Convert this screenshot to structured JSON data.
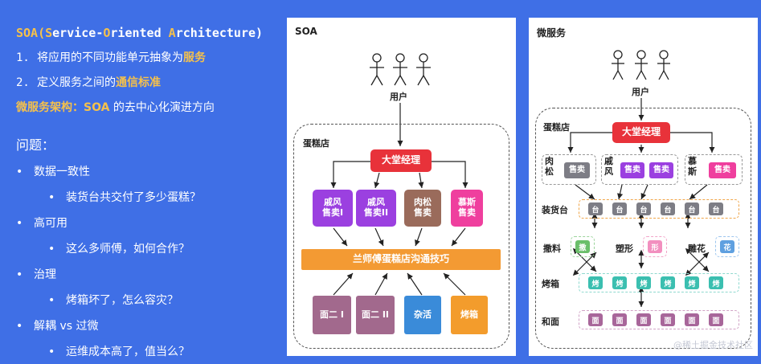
{
  "left": {
    "title_parts": [
      "SOA(",
      "S",
      "ervice-",
      "O",
      "riented ",
      "A",
      "rchitecture)"
    ],
    "point1_num": "1.",
    "point1_text": "将应用的不同功能单元抽象为",
    "point1_hl": "服务",
    "point2_num": "2.",
    "point2_text": "定义服务之间的",
    "point2_hl": "通信标准",
    "ms_hl": "微服务架构：SOA",
    "ms_text": " 的去中心化演进方向",
    "questions_title": "问题：",
    "bullet": "•",
    "q1": "数据一致性",
    "q1_sub": "装货台共交付了多少蛋糕？",
    "q2": "高可用",
    "q2_sub": "这么多师傅，如何合作？",
    "q3": "治理",
    "q3_sub": "烤箱坏了，怎么容灾？",
    "q4": "解耦 vs 过微",
    "q4_sub": "运维成本高了，值当么？"
  },
  "soa": {
    "title": "SOA",
    "user_label": "用户",
    "store_label": "蛋糕店",
    "manager": "大堂经理",
    "sellers": [
      "戚风\n售卖I",
      "戚风\n售卖II",
      "肉松\n售卖",
      "慕斯\n售卖"
    ],
    "bus": "兰师傅蛋糕店沟通技巧",
    "workers": [
      "面二 I",
      "面二 II",
      "杂活",
      "烤箱"
    ]
  },
  "ms": {
    "title": "微服务",
    "user_label": "用户",
    "store_label": "蛋糕店",
    "manager": "大堂经理",
    "groups": [
      {
        "name": "肉\n松",
        "items": [
          "售卖"
        ]
      },
      {
        "name": "戚\n风",
        "items": [
          "售卖",
          "售卖"
        ]
      },
      {
        "name": "慕\n斯",
        "items": [
          "售卖"
        ]
      }
    ],
    "rows": {
      "loading": {
        "label": "装货台",
        "item": "台"
      },
      "topping": {
        "label": "撒料",
        "item": "撒"
      },
      "shaping": {
        "label": "塑形",
        "item": "形"
      },
      "decor": {
        "label": "雕花",
        "item": "花"
      },
      "oven": {
        "label": "烤箱",
        "item": "烤"
      },
      "dough": {
        "label": "和面",
        "item": "面"
      }
    }
  },
  "watermark": "@稀土掘金技术社区"
}
